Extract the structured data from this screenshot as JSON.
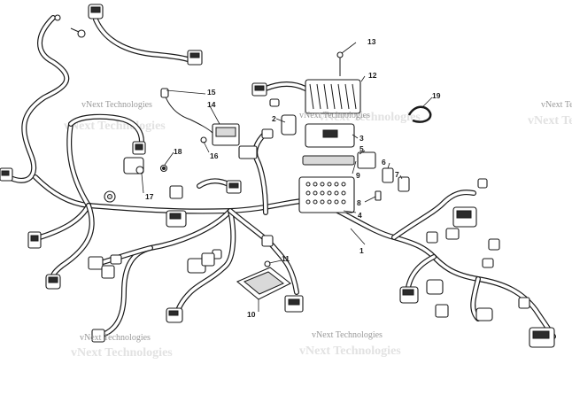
{
  "diagram": {
    "watermark": "vNext Technologies",
    "callouts": [
      "1",
      "2",
      "3",
      "4",
      "5",
      "6",
      "7",
      "8",
      "9",
      "10",
      "11",
      "12",
      "13",
      "14",
      "15",
      "16",
      "17",
      "18",
      "19"
    ]
  }
}
